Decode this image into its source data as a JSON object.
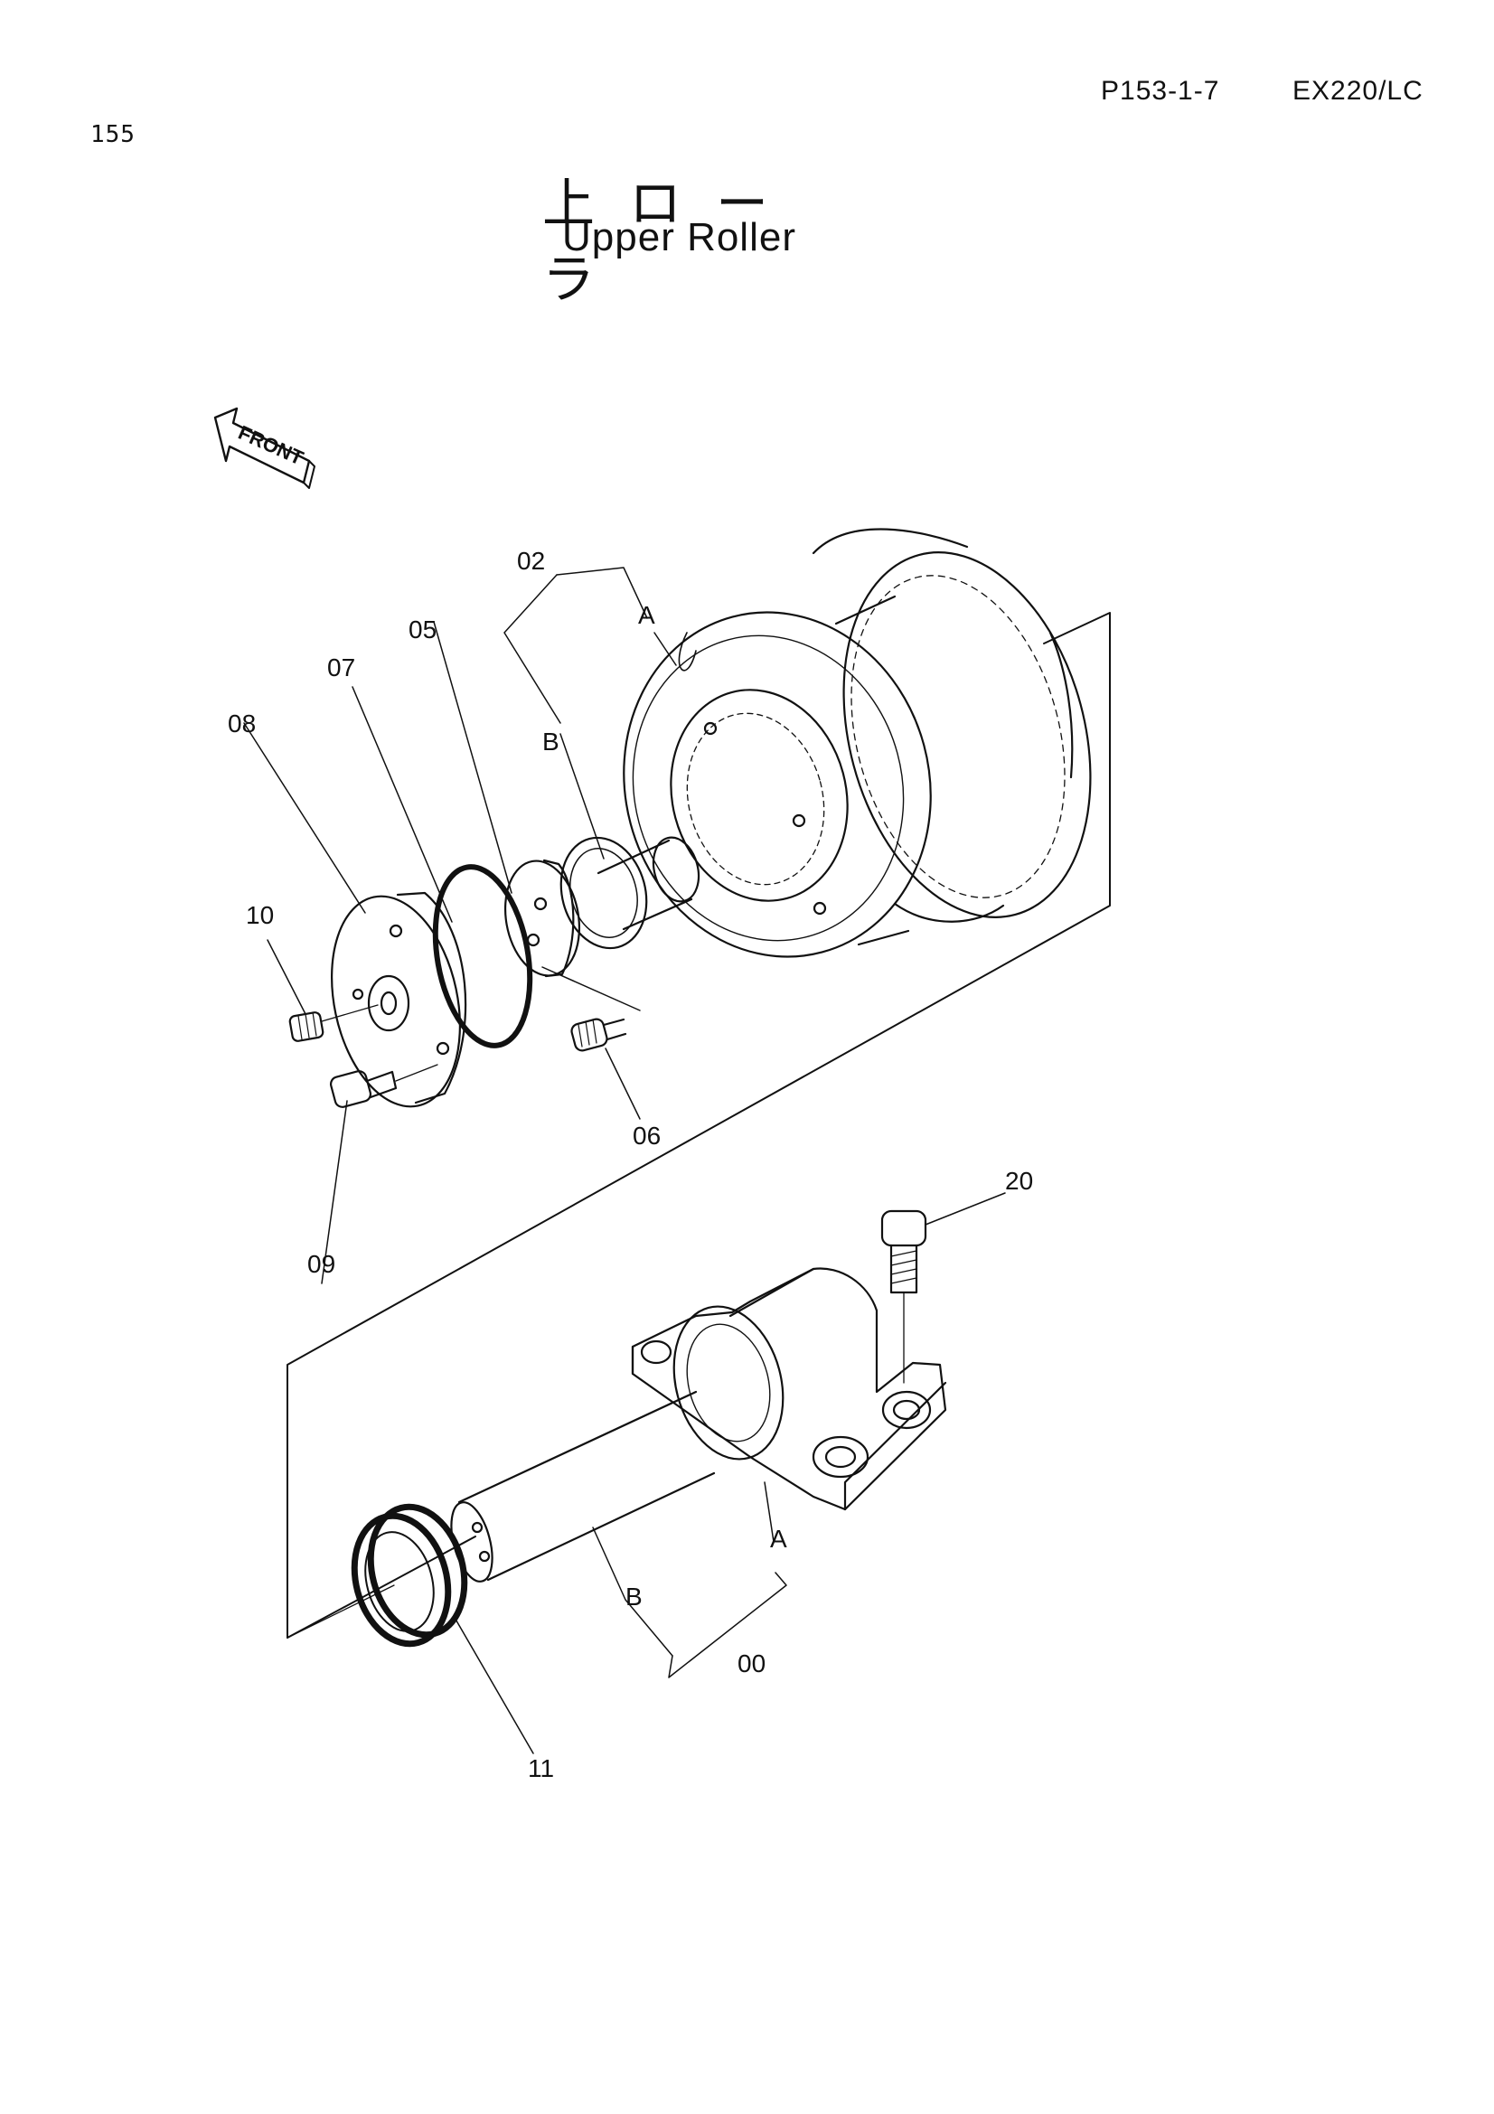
{
  "header": {
    "page_number": "155",
    "page_code": "P153-1-7",
    "model": "EX220/LC"
  },
  "title": {
    "japanese": "上ローラ",
    "english": "Upper Roller"
  },
  "front_indicator": "FRONT",
  "callouts": {
    "c00": "00",
    "c02": "02",
    "c05": "05",
    "c06": "06",
    "c07": "07",
    "c08": "08",
    "c09": "09",
    "c10": "10",
    "c11": "11",
    "c20": "20",
    "a_upper": "A",
    "b_upper": "B",
    "a_lower": "A",
    "b_lower": "B"
  }
}
